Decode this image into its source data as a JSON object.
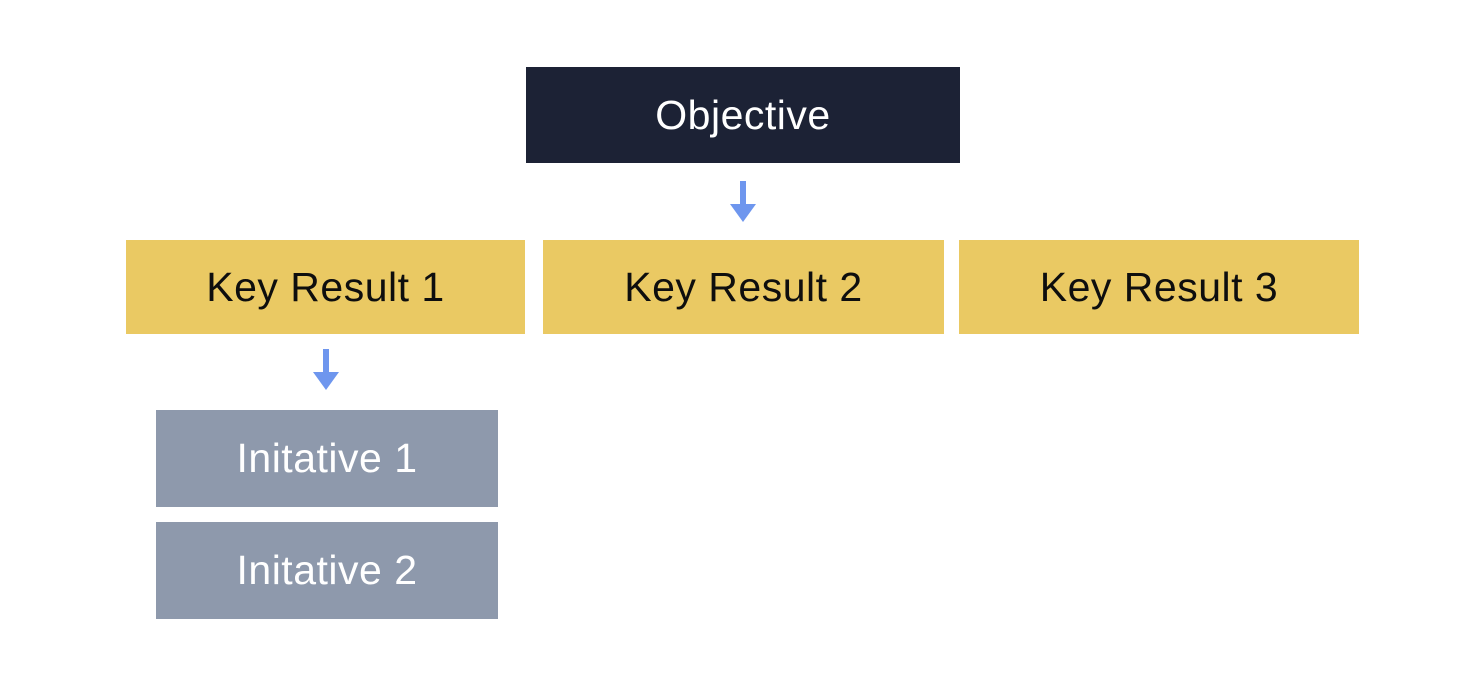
{
  "diagram": {
    "name": "okr-hierarchy-diagram",
    "background_color": "#FFFFFF",
    "objective": {
      "label": "Objective",
      "bg_color": "#1C2235",
      "text_color": "#FFFFFF"
    },
    "key_results": [
      {
        "label": "Key Result 1"
      },
      {
        "label": "Key Result 2"
      },
      {
        "label": "Key Result 3"
      }
    ],
    "key_result_style": {
      "bg_color": "#EAC963",
      "text_color": "#0E0E0E"
    },
    "initiatives": [
      {
        "label": "Initative 1"
      },
      {
        "label": "Initative 2"
      }
    ],
    "initiative_style": {
      "bg_color": "#8E99AC",
      "text_color": "#FFFFFF"
    },
    "arrow_color": "#6E96EE"
  }
}
